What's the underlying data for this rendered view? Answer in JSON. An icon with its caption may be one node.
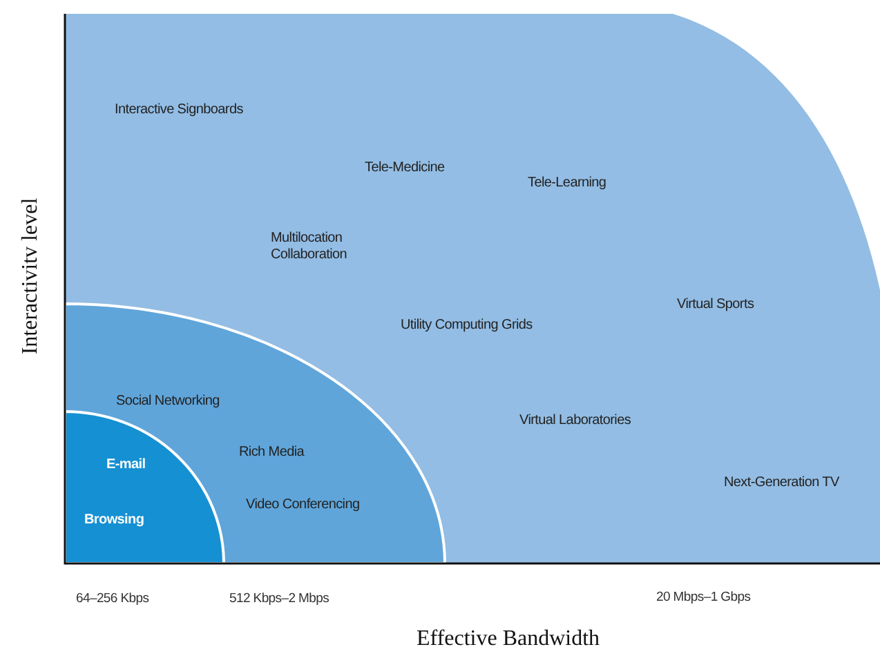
{
  "diagram": {
    "nodes": [
      {
        "text": [
          "Interactive Signboards",
          "Tele-Medicine",
          "Tele-Learning",
          "Multilocation Collaboration",
          "Virtual Sports",
          "Utility Computing Grids",
          "Virtual Laboratories",
          "Next-Generation TV"
        ]
      },
      {
        "text": [
          "Social Networking",
          "Rich Media",
          "Video Conferencing"
        ],
        "in": 0
      },
      {
        "text": [
          "E-mail",
          "Browsing"
        ],
        "in": 1
      }
    ],
    "edges": [],
    "labels": [
      "Interactivitv level",
      "64–256 Kbps",
      "512 Kbps–2 Mbps",
      "20 Mbps–1 Gbps",
      "Effective Bandwidth"
    ]
  }
}
